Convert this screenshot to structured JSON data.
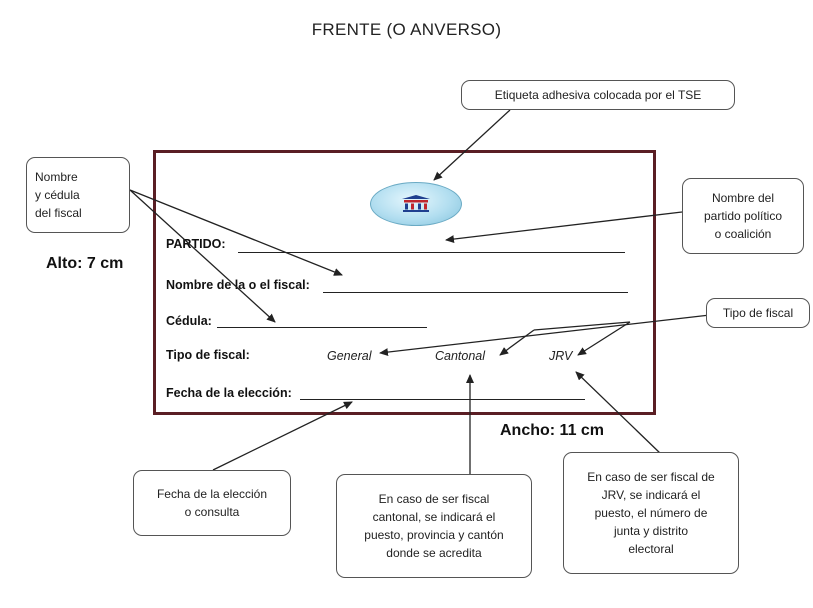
{
  "title": "FRENTE (O ANVERSO)",
  "card": {
    "partido_label": "PARTIDO:",
    "nombre_label": "Nombre de la o el fiscal:",
    "cedula_label": "Cédula:",
    "tipo_label": "Tipo de fiscal:",
    "tipo_options": [
      "General",
      "Cantonal",
      "JRV"
    ],
    "fecha_label": "Fecha de la elección:"
  },
  "dimensions": {
    "alto": "Alto: 7 cm",
    "ancho": "Ancho: 11 cm"
  },
  "callouts": {
    "etiqueta": "Etiqueta adhesiva colocada por el TSE",
    "nombre_fiscal": [
      "Nombre",
      "y cédula",
      "del fiscal"
    ],
    "partido": [
      "Nombre del",
      "partido político",
      "o coalición"
    ],
    "tipo_fiscal": "Tipo de fiscal",
    "fecha": [
      "Fecha de la elección",
      "o consulta"
    ],
    "cantonal": [
      "En caso de ser fiscal",
      "cantonal, se indicará el",
      "puesto, provincia y cantón",
      "donde se acredita"
    ],
    "jrv": [
      "En caso de ser fiscal de",
      "JRV, se indicará el",
      "puesto, el número de",
      "junta y distrito",
      "electoral"
    ]
  },
  "colors": {
    "card_border": "#5a1e24",
    "oval_fill": "#b2def0",
    "logo_red": "#c0262d",
    "logo_blue": "#1f3f8f"
  }
}
